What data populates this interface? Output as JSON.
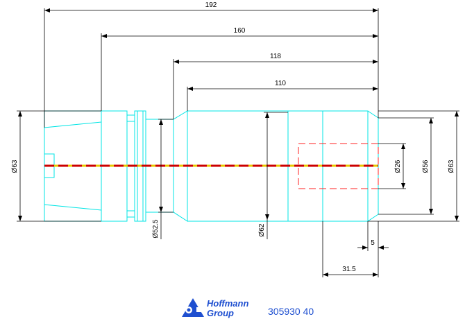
{
  "drawing": {
    "dimensions": {
      "overall_length": "192",
      "length_160": "160",
      "length_118": "118",
      "length_110": "110",
      "dia_left": "Ø63",
      "dia_52_5": "Ø52.5",
      "dia_62": "Ø62",
      "dia_26": "Ø26",
      "dia_56": "Ø56",
      "dia_right": "Ø63",
      "step_5": "5",
      "length_31_5": "31.5"
    },
    "colors": {
      "outline": "#00e5e5",
      "dimension": "#000000",
      "centerline_red": "#cc0000",
      "centerline_yellow": "#e8c800",
      "hidden": "#ff2020",
      "brand": "#1e4fd0"
    }
  },
  "footer": {
    "logo_line1": "Hoffmann",
    "logo_line2": "Group",
    "part_number": "305930 40"
  }
}
